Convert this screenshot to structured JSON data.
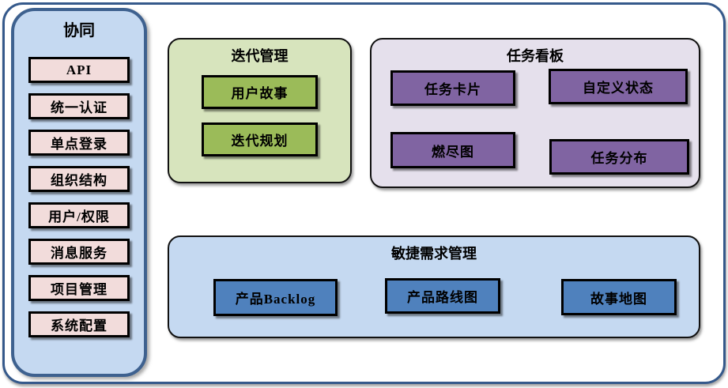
{
  "sidebar": {
    "title": "协同",
    "items": [
      "API",
      "统一认证",
      "单点登录",
      "组织结构",
      "用户/权限",
      "消息服务",
      "项目管理",
      "系统配置"
    ]
  },
  "groups": {
    "iteration": {
      "title": "迭代管理",
      "items": [
        "用户故事",
        "迭代规划"
      ]
    },
    "kanban": {
      "title": "任务看板",
      "items": [
        "任务卡片",
        "自定义状态",
        "燃尽图",
        "任务分布"
      ]
    },
    "agile": {
      "title": "敏捷需求管理",
      "items": [
        "产品Backlog",
        "产品路线图",
        "故事地图"
      ]
    }
  },
  "colors": {
    "frame_border": "#35598B",
    "sidebar_bg": "#C5D9F1",
    "sidebar_border": "#3E618F",
    "sidebar_item_bg": "#F2DCDB",
    "green_group_bg": "#D7E4BD",
    "green_item_bg": "#9BBB59",
    "purple_group_bg": "#E5E0EC",
    "purple_item_bg": "#8064A2",
    "blue_group_bg": "#C5D9F1",
    "blue_item_bg": "#4F81BD",
    "item_border": "#000000",
    "text": "#000000"
  }
}
